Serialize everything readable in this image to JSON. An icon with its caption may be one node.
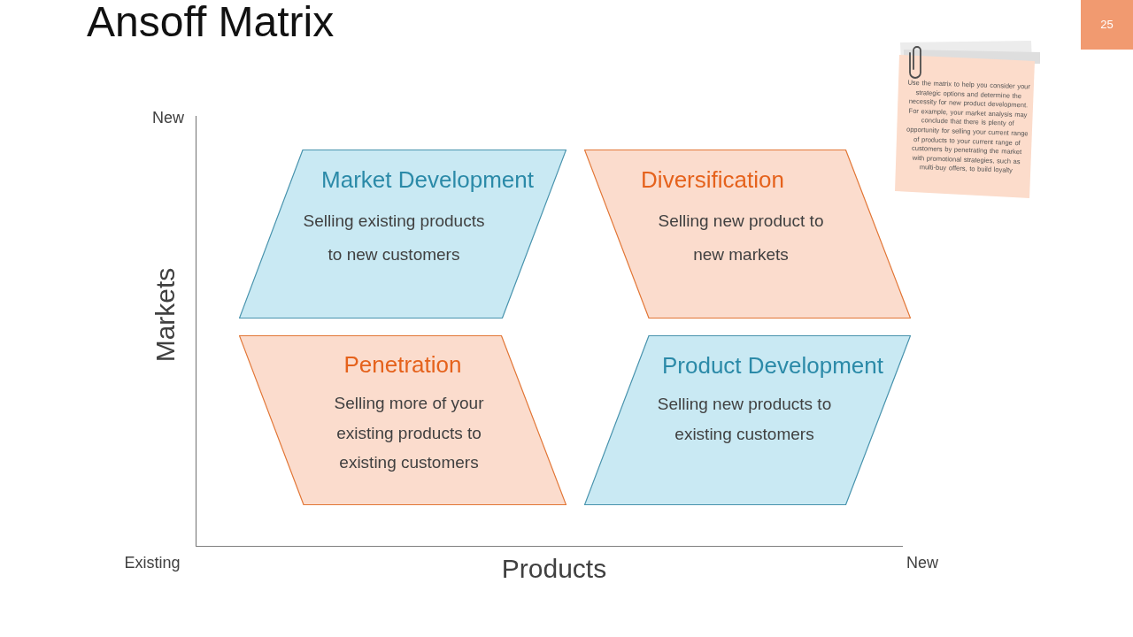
{
  "diagram": {
    "title": "Ansoff Matrix",
    "nodes": [
      {
        "text": [
          "Market Development",
          "Selling existing products to new customers"
        ]
      },
      {
        "text": [
          "Diversification",
          "Selling new product to new markets"
        ]
      },
      {
        "text": [
          "Penetration",
          "Selling more of your existing products to existing customers"
        ]
      },
      {
        "text": [
          "Product Development",
          "Selling new products to existing customers"
        ]
      },
      {
        "text": [
          "Use the matrix to help you consider your strategic options and determine the necessity for new product development. For example, your market analysis may conclude that there is plenty of opportunity for selling your current range of products to your current range of customers by penetrating the market with promotional strategies, such as multi-buy offers, to build loyalty"
        ]
      }
    ],
    "edges": [],
    "labels": [
      "25",
      "New",
      "Markets",
      "Existing",
      "Products",
      "New"
    ]
  }
}
